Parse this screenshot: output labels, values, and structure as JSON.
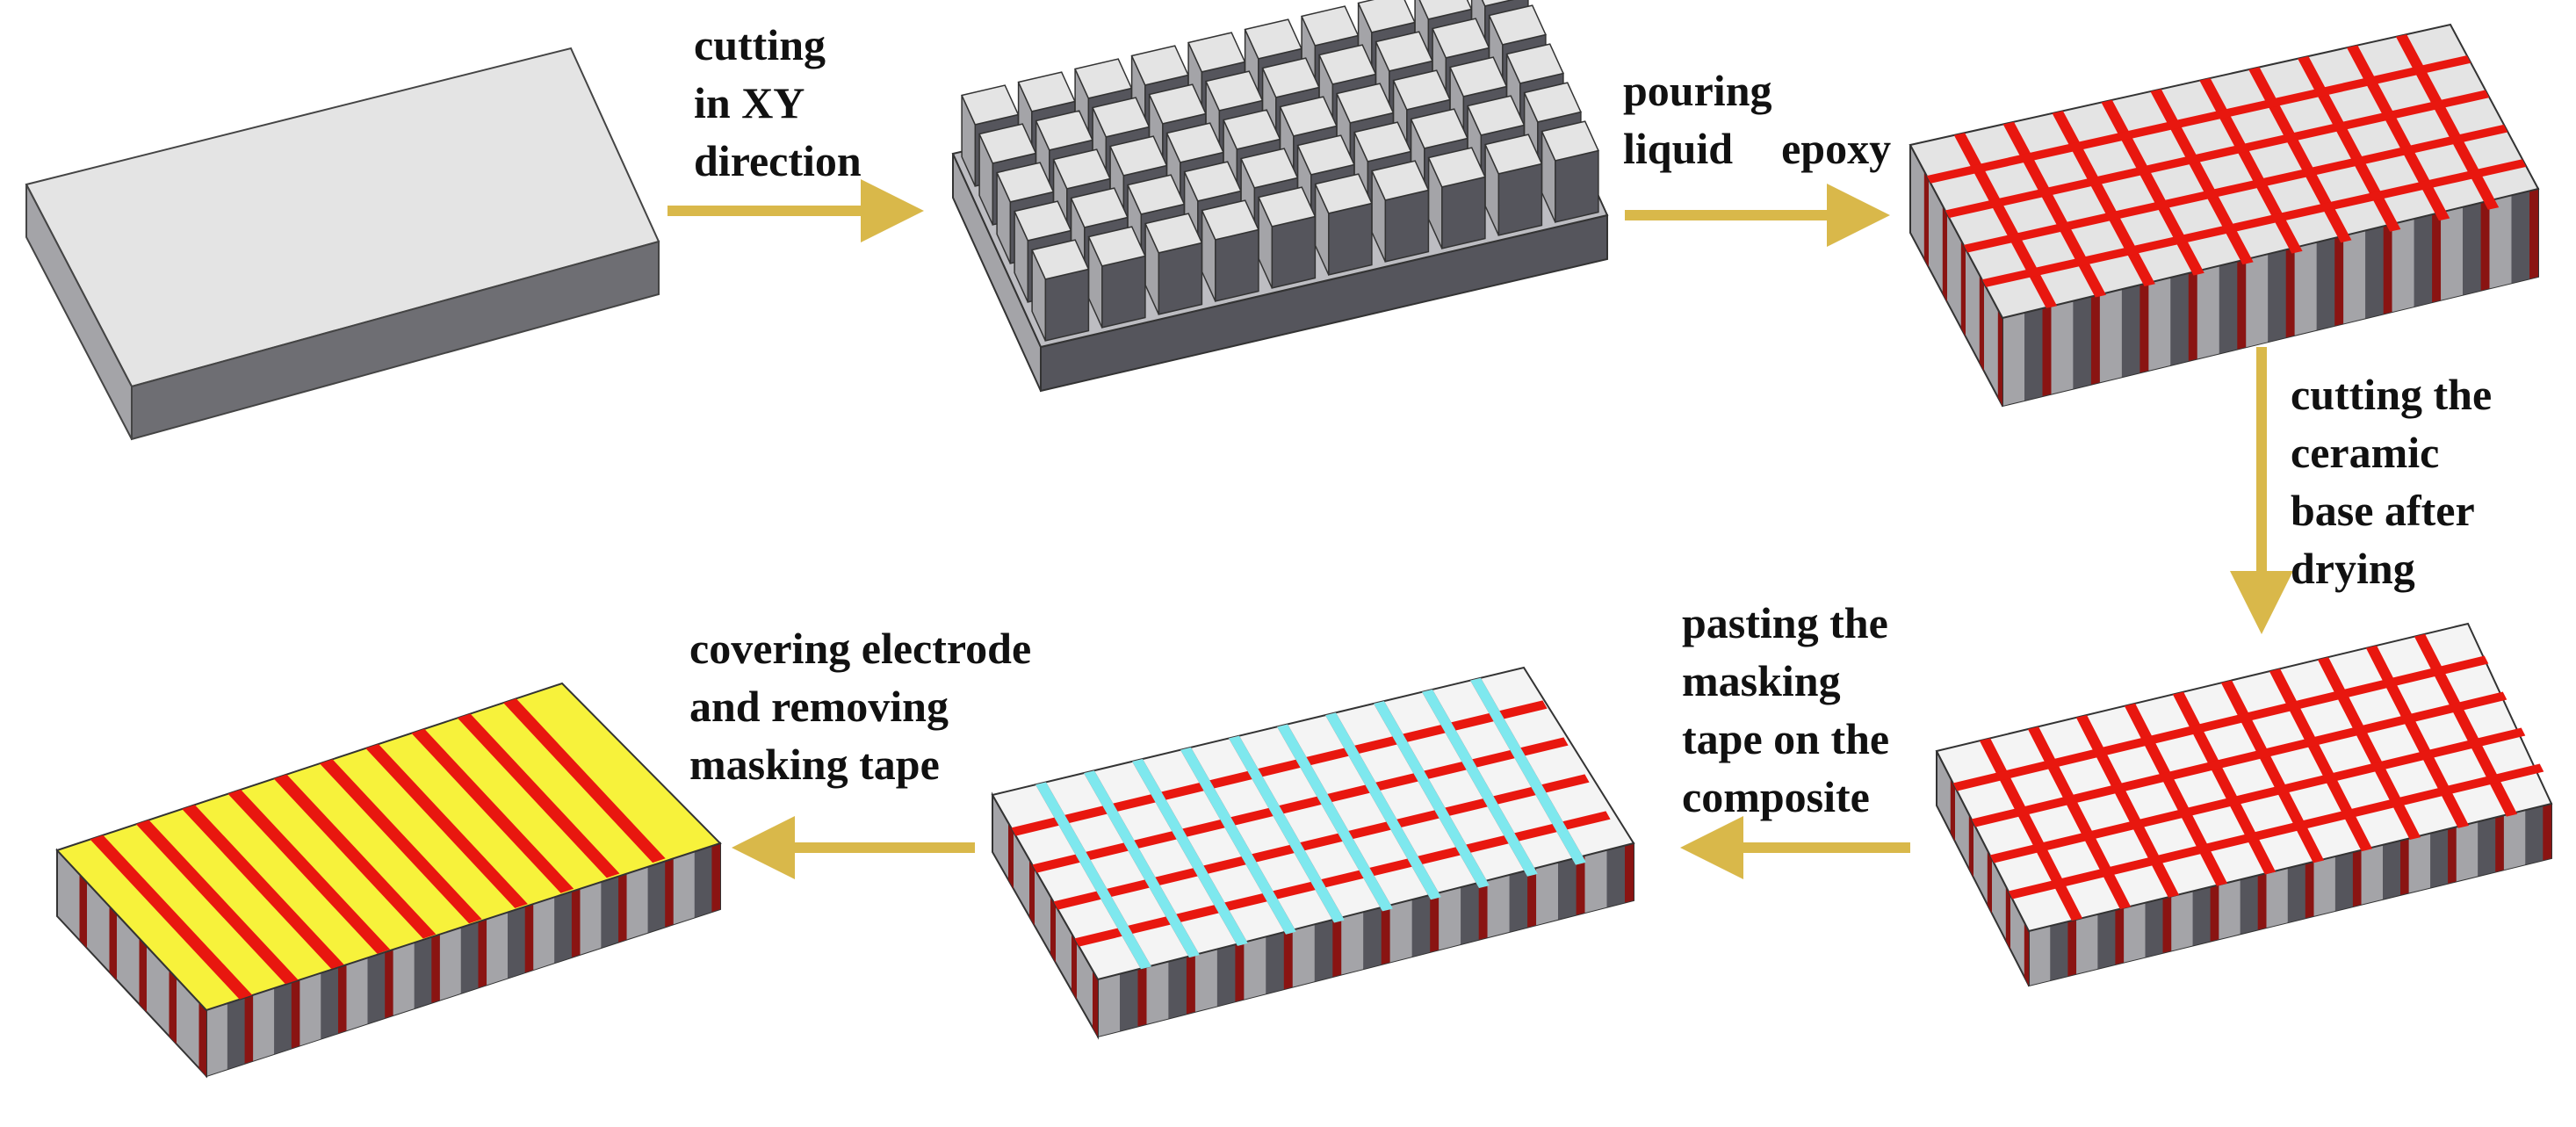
{
  "colors": {
    "ceramic_top": "#e4e4e4",
    "ceramic_front": "#6e6e73",
    "ceramic_side": "#a4a4a8",
    "block_front": "#55555c",
    "epoxy_red": "#e8170f",
    "epoxy_dark": "#8a1412",
    "tape_cyan": "#7ee8ee",
    "electrode_yellow": "#f7f23b",
    "arrow": "#d9b84a"
  },
  "steps": [
    {
      "id": "cut-xy",
      "label_lines": [
        "cutting",
        "in XY",
        "direction"
      ]
    },
    {
      "id": "pour-epoxy",
      "label_lines": [
        "pouring",
        "liquid  epoxy"
      ]
    },
    {
      "id": "cut-base",
      "label_lines": [
        "cutting the",
        "ceramic",
        "base after",
        "drying"
      ]
    },
    {
      "id": "paste-tape",
      "label_lines": [
        "pasting the",
        "masking",
        "tape on the",
        "composite"
      ]
    },
    {
      "id": "cover-electrode",
      "label_lines": [
        "covering electrode",
        "and removing",
        "masking tape"
      ]
    }
  ]
}
